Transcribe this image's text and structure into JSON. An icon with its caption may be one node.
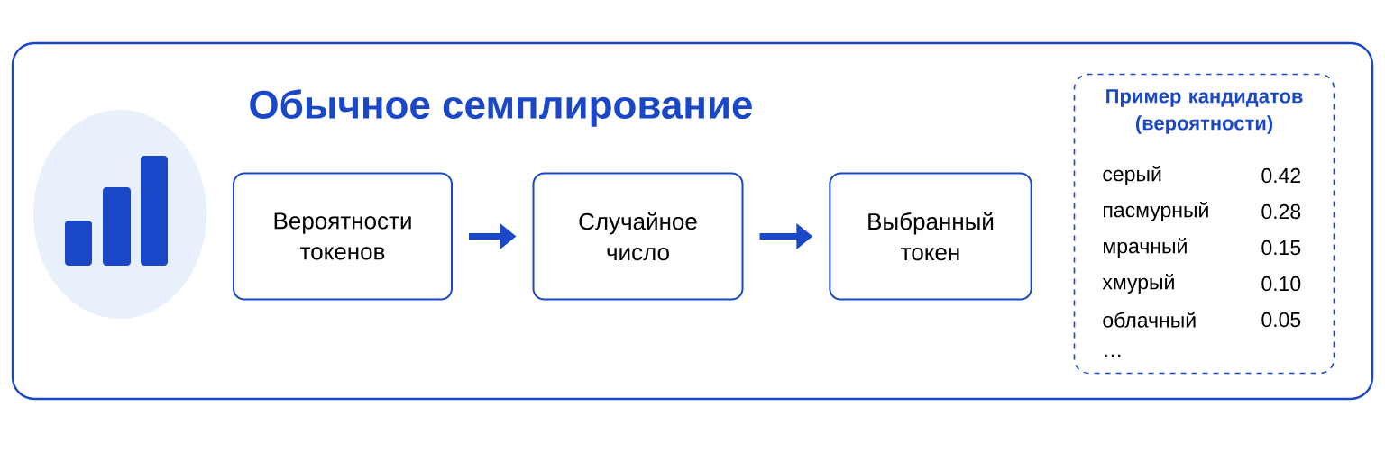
{
  "diagram": {
    "title": "Обычное семплирование",
    "nodes": [
      {
        "text": [
          "Вероятности токенов"
        ]
      },
      {
        "text": [
          "Случайное число"
        ]
      },
      {
        "text": [
          "Выбранный токен"
        ]
      },
      {
        "text": [
          "Пример кандидатов (вероятности)"
        ]
      }
    ],
    "edges": [
      {
        "from": 0,
        "to": 1,
        "arrow": "to"
      },
      {
        "from": 1,
        "to": 2,
        "arrow": "to"
      }
    ],
    "labels": [
      "серый",
      "0.42",
      "пасмурный",
      "0.28",
      "мрачный",
      "0.15",
      "хмурый",
      "0.10",
      "облачный",
      "0.05",
      "…"
    ]
  }
}
